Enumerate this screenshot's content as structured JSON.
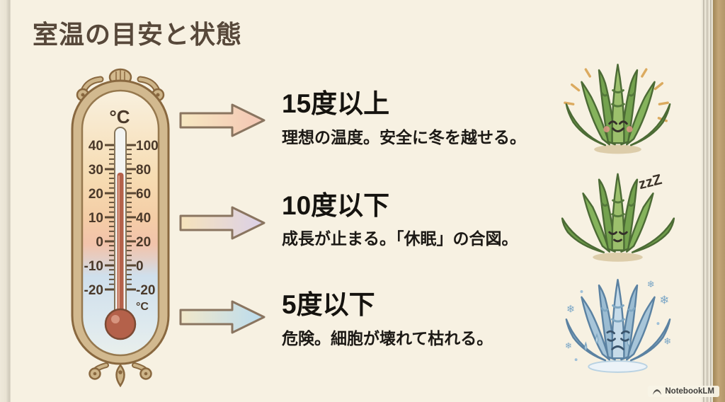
{
  "page": {
    "title": "室温の目安と状態"
  },
  "thermometer": {
    "unit_top": "°C",
    "unit_bottom": "°C",
    "left_scale": [
      "40",
      "30",
      "20",
      "10",
      "0",
      "-10",
      "-20"
    ],
    "right_scale": [
      "100",
      "80",
      "60",
      "40",
      "20",
      "0",
      "-20"
    ]
  },
  "sections": [
    {
      "heading": "15度以上",
      "description": "理想の温度。安全に冬を越せる。",
      "plant_state": "happy-aloe"
    },
    {
      "heading": "10度以下",
      "description": "成長が止まる。「休眠」の合図。",
      "plant_state": "sleeping-aloe",
      "zzz": "zzZ"
    },
    {
      "heading": "5度以下",
      "description": "危険。細胞が壊れて枯れる。",
      "plant_state": "frozen-aloe"
    }
  ],
  "glyphs": {
    "snowflake": "❄"
  },
  "watermark": {
    "label": "NotebookLM"
  },
  "colors": {
    "background": "#f7f1e2",
    "title": "#57483a",
    "body_text": "#15130f",
    "arrow_outline": "#8a7560",
    "arrow_gradients": [
      [
        "#f6e8c2",
        "#f4c6b4"
      ],
      [
        "#f6e3bb",
        "#dbd0e8"
      ],
      [
        "#f2e8ca",
        "#badcef"
      ]
    ],
    "thermometer_frame": "#d2b98f",
    "mercury": "#b4614a",
    "healthy_green": "#74a24e",
    "frozen_blue": "#9bbcd2",
    "sparkle": "#dbaa5f"
  }
}
